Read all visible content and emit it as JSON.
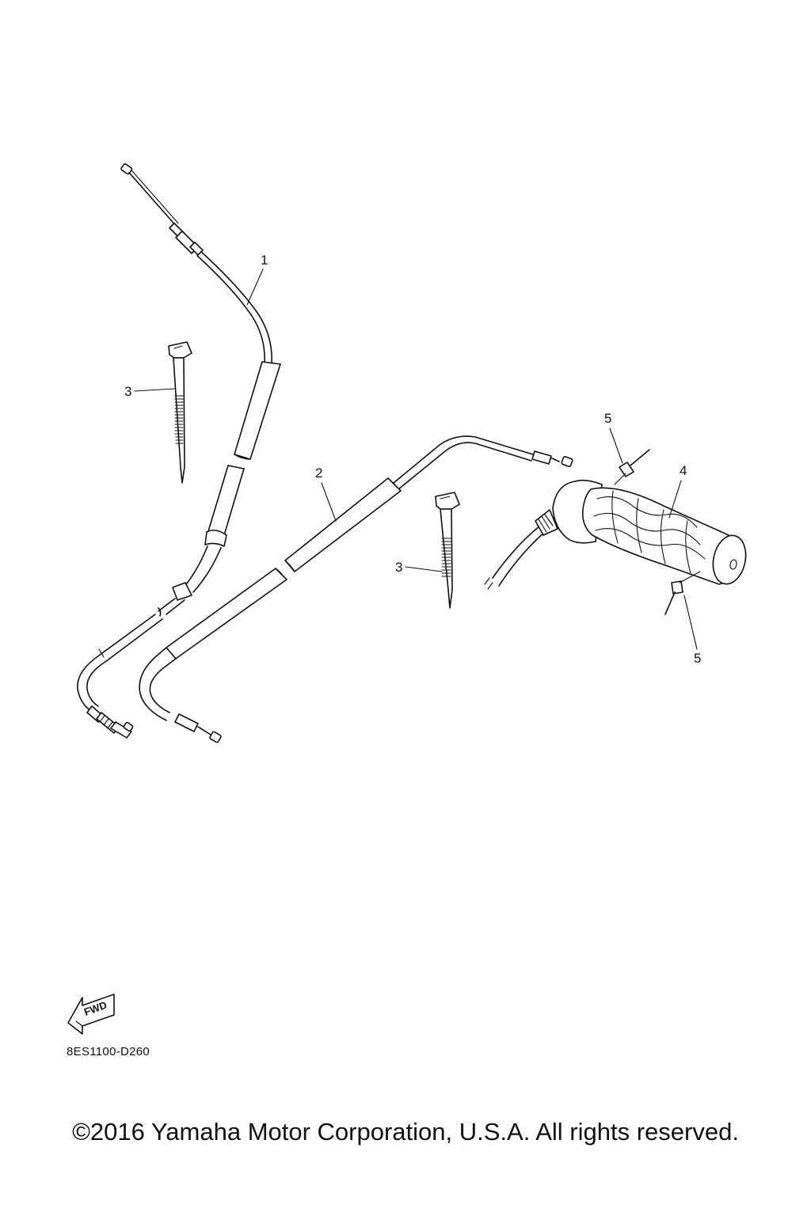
{
  "diagram": {
    "callouts": {
      "throttle_cable": "1",
      "second_cable": "2",
      "cable_tie_left": "3",
      "cable_tie_right": "3",
      "grip": "4",
      "rivet_top": "5",
      "rivet_bottom": "5"
    },
    "fwd_label": "FWD"
  },
  "footer": {
    "part_code": "8ES1100-D260",
    "copyright": "©2016 Yamaha Motor Corporation, U.S.A. All rights reserved."
  }
}
